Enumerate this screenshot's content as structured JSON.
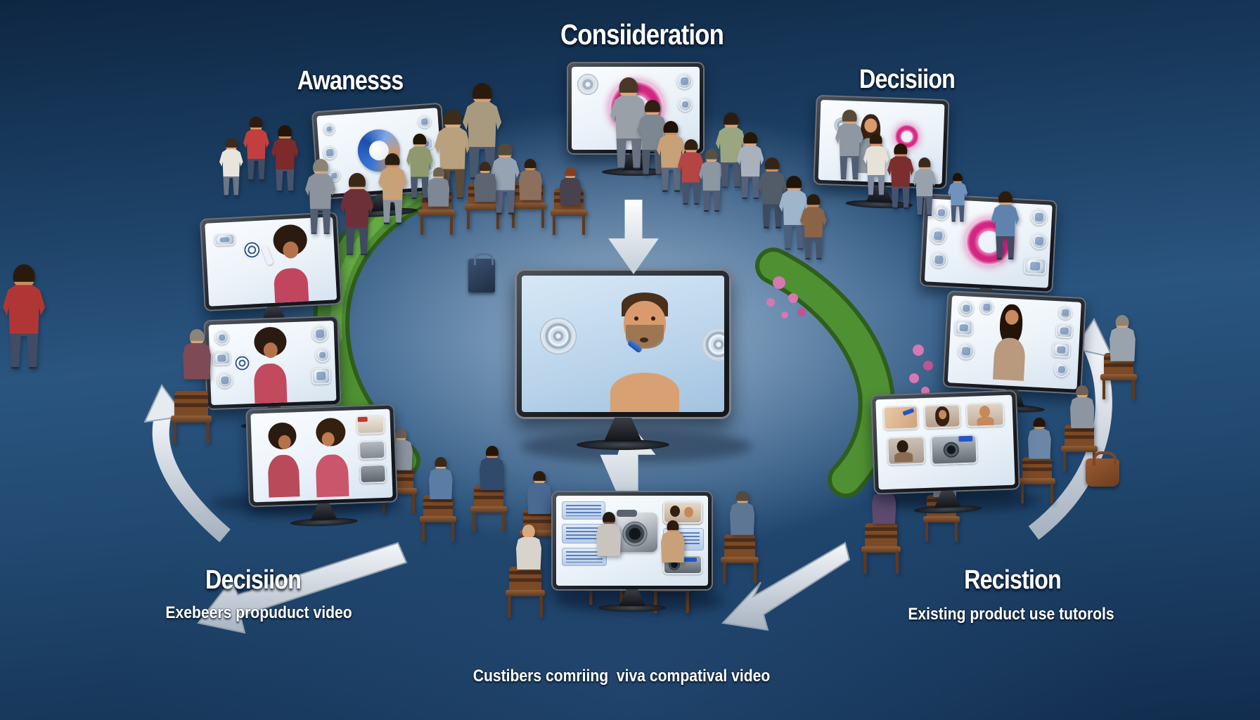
{
  "illustration": {
    "type": "customer-journey-video-marketing-funnel",
    "style": "photorealistic-3d-render-of-audiences-watching-monitors-in-a-circle"
  },
  "stages": {
    "consideration": {
      "label": "Consiideration"
    },
    "awareness": {
      "label": "Awanesss"
    },
    "decision_top": {
      "label": "Decisiion"
    },
    "decision_bottom": {
      "label": "Decisiion",
      "subtitle": "Exebeers propuduct video"
    },
    "retention": {
      "label": "Recistion",
      "subtitle": "Existing product use tutorols"
    }
  },
  "caption": {
    "text": "Custibers comriing  viva compatival video"
  },
  "monitors": [
    {
      "id": "awareness-screen",
      "depicts": "blue and orange particle swirl ring with six round feature icons"
    },
    {
      "id": "consideration-screen",
      "depicts": "pink fluffy wreath with silver spiral icon and two action icons"
    },
    {
      "id": "decision-top-screen",
      "depicts": "woman presenter holding out a pink fluffy wreath"
    },
    {
      "id": "left-demo-screen",
      "depicts": "woman with afro demonstrating a white gadget beside a doodle spiral and battery icon"
    },
    {
      "id": "left-review-screen",
      "depicts": "woman with afro surrounded by six round feature icons"
    },
    {
      "id": "left-conversation-screen",
      "depicts": "two women with afros talking, playlist sidebar with three thumbnails"
    },
    {
      "id": "right-product-screen",
      "depicts": "pink fluffy wreath with six round feature icons"
    },
    {
      "id": "right-presenter-screen",
      "depicts": "smiling long-haired woman with eight feature icons"
    },
    {
      "id": "right-tutorial-screen",
      "depicts": "grid of five video thumbnails: hand with blue marker, woman, man, user with device, camera"
    },
    {
      "id": "bottom-comparison-screen",
      "depicts": "camera product comparison page with blue illegible text panels"
    },
    {
      "id": "center-hero-screen",
      "depicts": "bearded man using a blue razor between two silver swirls"
    }
  ],
  "arrows": {
    "top_center": "white arrow pointing down into central monitor",
    "bottom_center": "white arrow pointing up into central monitor",
    "left_cycle": "silver curved arrow pointing up the left side",
    "right_cycle": "silver curved arrow pointing up the right side",
    "bottom_left": "silver diagonal arrow pointing lower-left",
    "bottom_right": "silver diagonal arrow pointing lower-left toward caption"
  },
  "colors": {
    "background_navy": "#122d4e",
    "floor_light": "#8aa5c2",
    "accent_pink": "#d2267f",
    "swirl_blue": "#2a63c9",
    "swirl_orange": "#e0954e",
    "hedge_green": "#4f9032",
    "flower_pink": "#d877b2",
    "arrow_silver": "#dfe6ee",
    "monitor_frame": "#23262c",
    "title_text": "#ffffff"
  }
}
